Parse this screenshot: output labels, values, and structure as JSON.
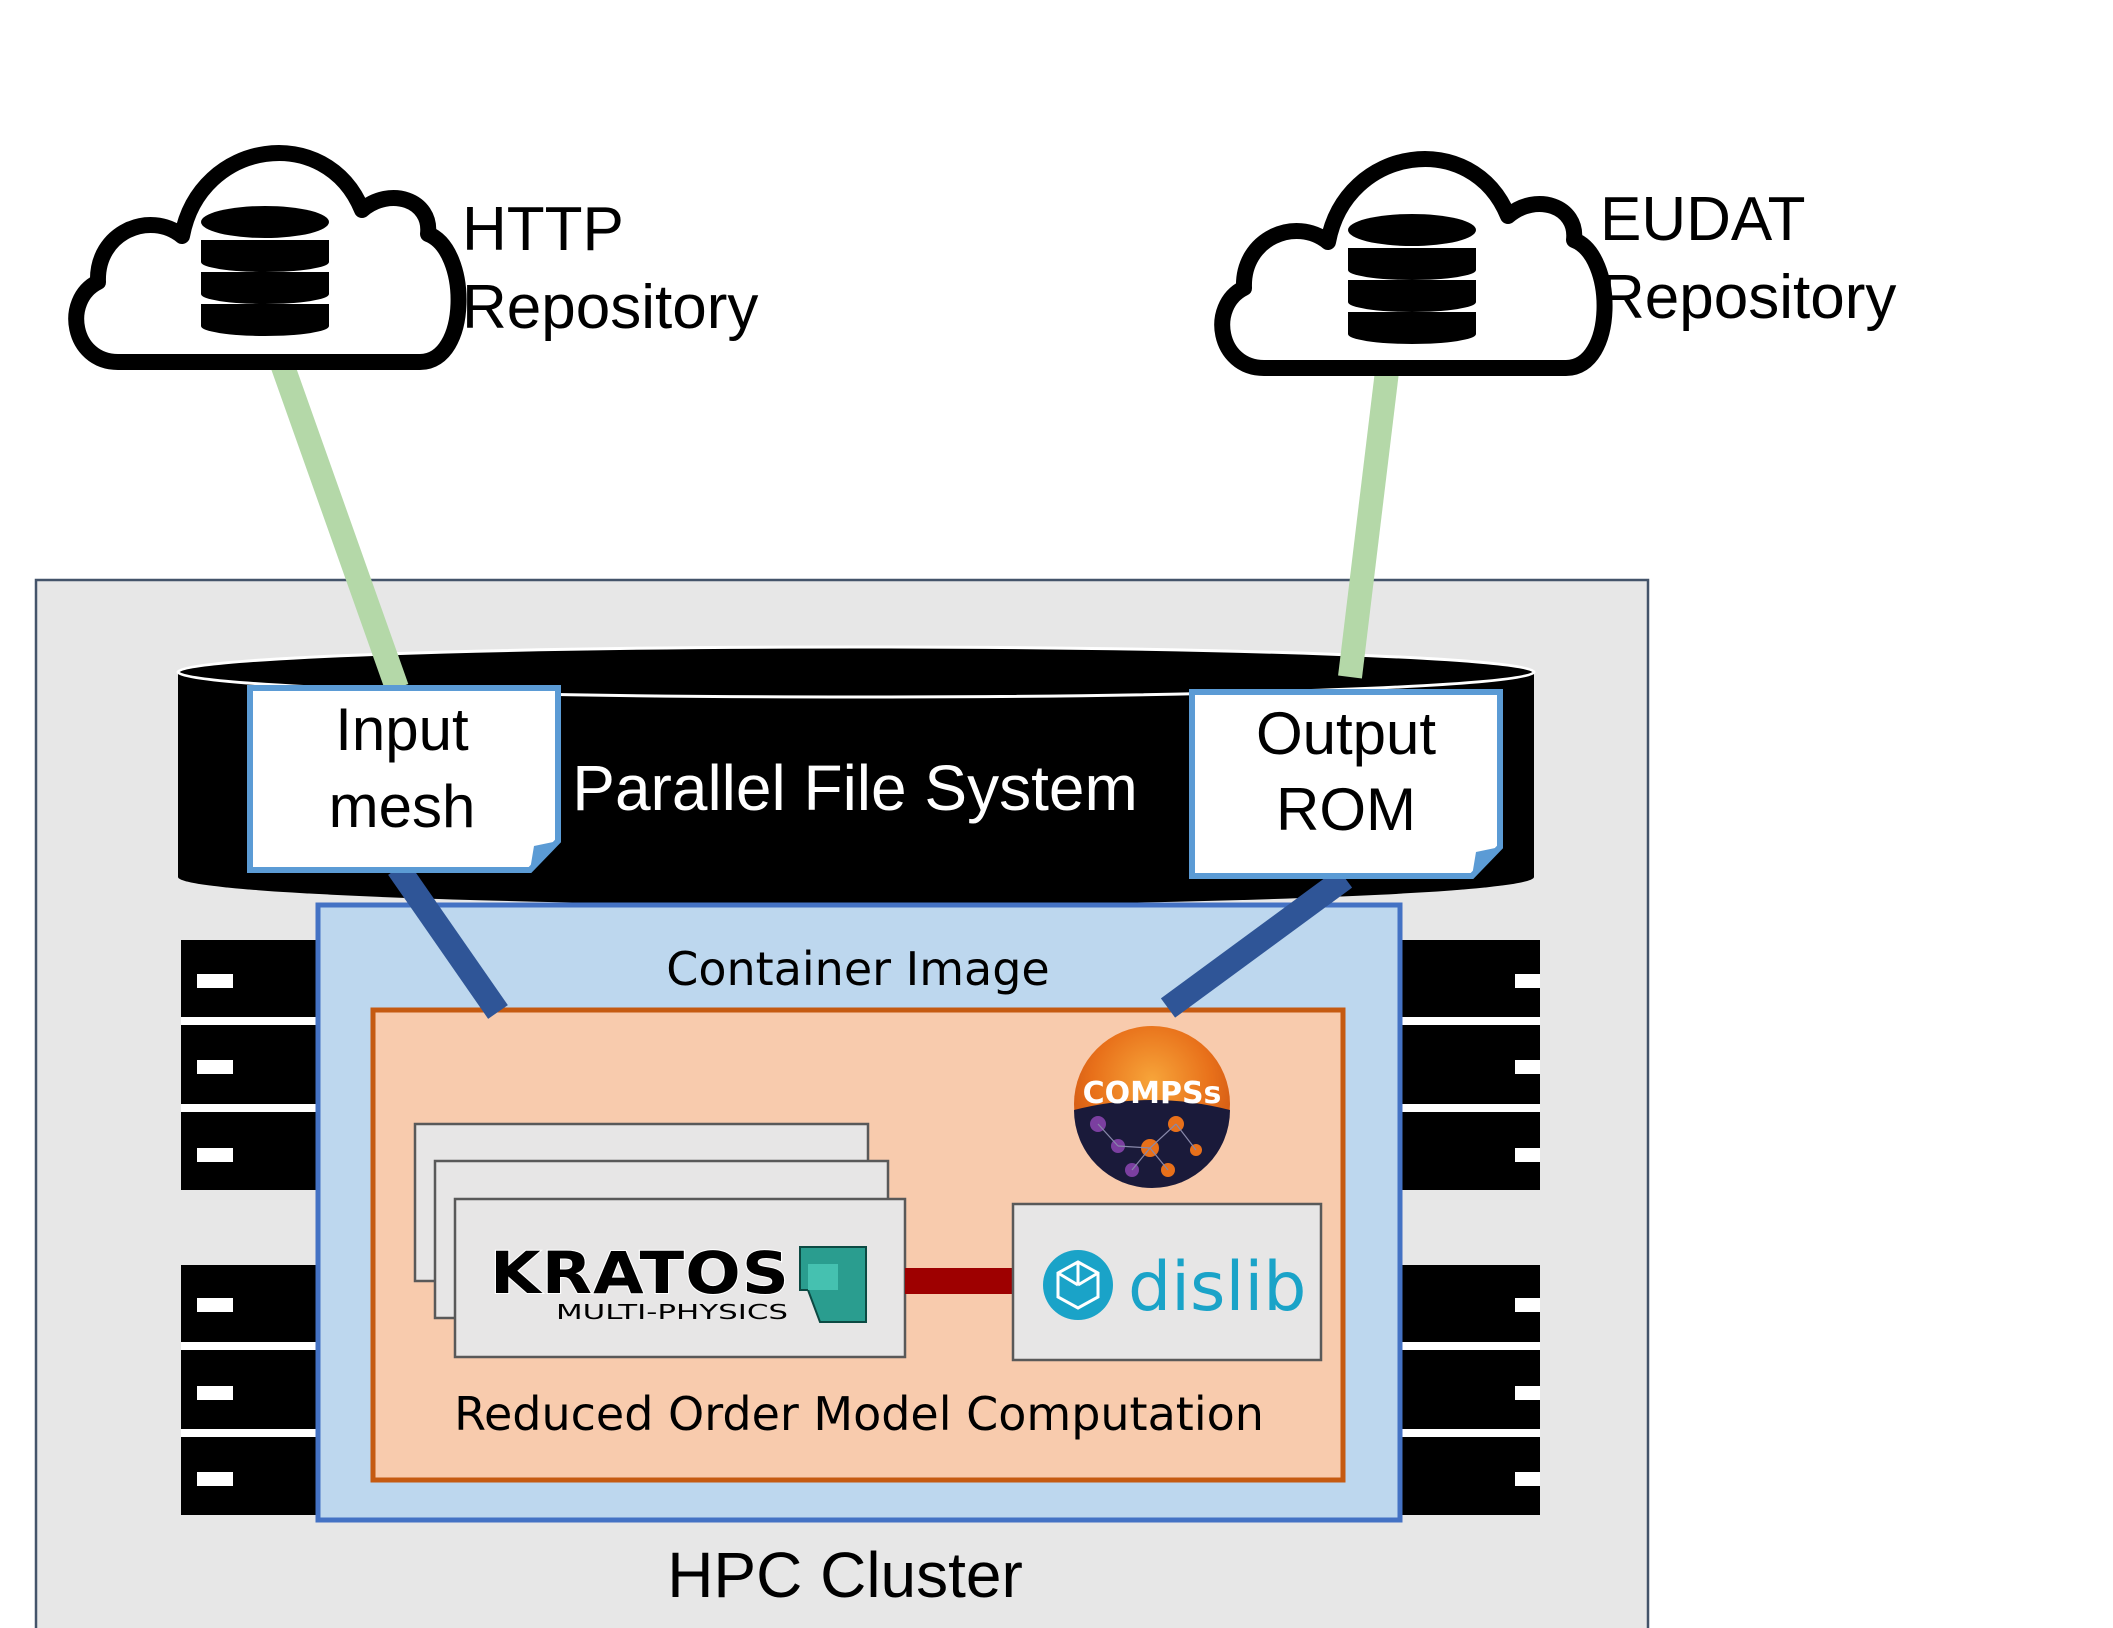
{
  "repositories": {
    "http": {
      "line1": "HTTP",
      "line2": "Repository"
    },
    "eudat": {
      "line1": "EUDAT",
      "line2": "Repository"
    }
  },
  "cluster": {
    "label": "HPC Cluster"
  },
  "filesystem": {
    "label": "Parallel File System"
  },
  "files": {
    "input": {
      "line1": "Input",
      "line2": "mesh"
    },
    "output": {
      "line1": "Output",
      "line2": "ROM"
    }
  },
  "container": {
    "label": "Container Image"
  },
  "rom": {
    "label": "Reduced Order Model Computation"
  },
  "logos": {
    "kratos": {
      "main": "KRATOS",
      "sub": "MULTI-PHYSICS"
    },
    "dislib": {
      "text": "dislib"
    },
    "compss": {
      "text": "COMPSs"
    }
  },
  "colors": {
    "cluster_bg": "#e7e7e7",
    "container_bg": "#bdd7ee",
    "container_border": "#4472c4",
    "rom_bg": "#f8cbad",
    "rom_border": "#c55a11",
    "green_link": "#b4d8a8",
    "blue_link": "#2f5597",
    "red_link": "#9e0000",
    "dislib_teal": "#1aa3c8",
    "compss_orange": "#e8701a",
    "kratos_teal": "#2a9d8f"
  },
  "icons": [
    "cloud-database-icon",
    "server-rack-icon",
    "document-icon"
  ]
}
